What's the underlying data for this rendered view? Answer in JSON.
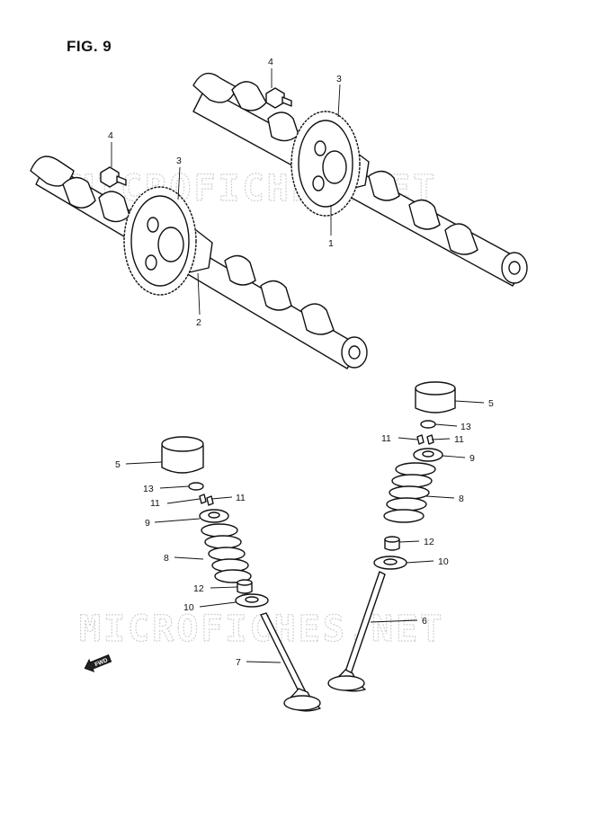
{
  "figure": {
    "title": "FIG. 9"
  },
  "watermark": {
    "text": "MICROFICHES.NET"
  },
  "fwd_badge": {
    "text": "FWD"
  },
  "callouts": [
    {
      "id": "c4a",
      "label": "4"
    },
    {
      "id": "c3a",
      "label": "3"
    },
    {
      "id": "c1",
      "label": "1"
    },
    {
      "id": "c4b",
      "label": "4"
    },
    {
      "id": "c3b",
      "label": "3"
    },
    {
      "id": "c2",
      "label": "2"
    },
    {
      "id": "c5r",
      "label": "5"
    },
    {
      "id": "c13r",
      "label": "13"
    },
    {
      "id": "c11rl",
      "label": "11"
    },
    {
      "id": "c11rr",
      "label": "11"
    },
    {
      "id": "c9r",
      "label": "9"
    },
    {
      "id": "c8r",
      "label": "8"
    },
    {
      "id": "c12r",
      "label": "12"
    },
    {
      "id": "c10r",
      "label": "10"
    },
    {
      "id": "c6",
      "label": "6"
    },
    {
      "id": "c5l",
      "label": "5"
    },
    {
      "id": "c13l",
      "label": "13"
    },
    {
      "id": "c11ll",
      "label": "11"
    },
    {
      "id": "c11lr",
      "label": "11"
    },
    {
      "id": "c9l",
      "label": "9"
    },
    {
      "id": "c8l",
      "label": "8"
    },
    {
      "id": "c12l",
      "label": "12"
    },
    {
      "id": "c10l",
      "label": "10"
    },
    {
      "id": "c7",
      "label": "7"
    }
  ]
}
